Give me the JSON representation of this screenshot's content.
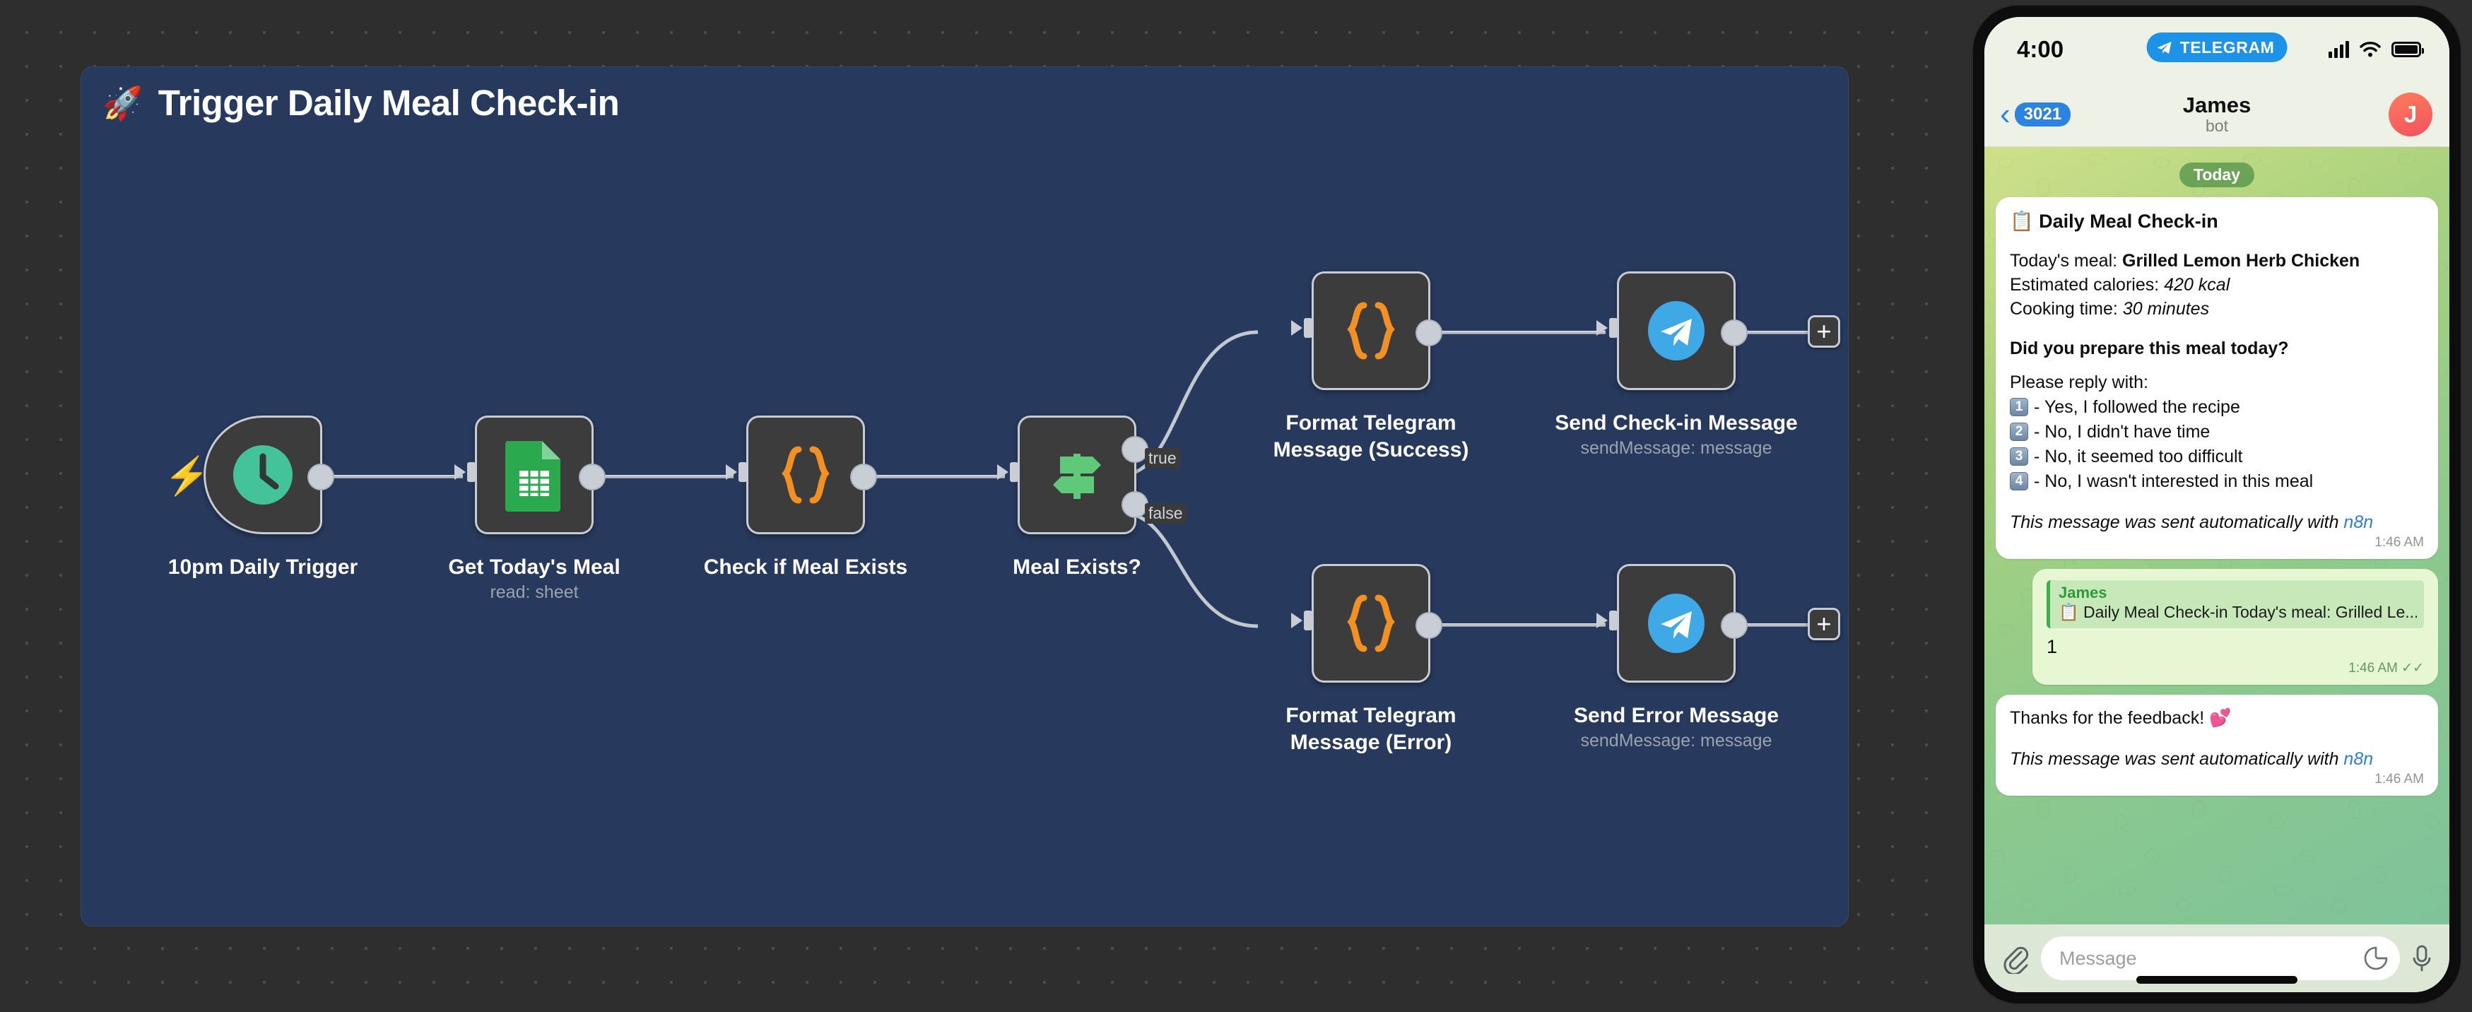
{
  "workflow": {
    "title": "Trigger Daily Meal Check-in",
    "title_emoji": "🚀",
    "nodes": [
      {
        "id": "trigger",
        "label": "10pm Daily Trigger",
        "subtitle": "",
        "icon": "clock-icon"
      },
      {
        "id": "get_meal",
        "label": "Get Today's Meal",
        "subtitle": "read: sheet",
        "icon": "google-sheets-icon"
      },
      {
        "id": "check_exists",
        "label": "Check if Meal Exists",
        "subtitle": "",
        "icon": "code-braces-icon"
      },
      {
        "id": "meal_exists",
        "label": "Meal Exists?",
        "subtitle": "",
        "icon": "signpost-icon"
      },
      {
        "id": "fmt_success",
        "label": "Format Telegram\nMessage (Success)",
        "subtitle": "",
        "icon": "code-braces-icon"
      },
      {
        "id": "send_checkin",
        "label": "Send Check-in Message",
        "subtitle": "sendMessage: message",
        "icon": "telegram-icon"
      },
      {
        "id": "fmt_error",
        "label": "Format Telegram\nMessage (Error)",
        "subtitle": "",
        "icon": "code-braces-icon"
      },
      {
        "id": "send_error",
        "label": "Send Error Message",
        "subtitle": "sendMessage: message",
        "icon": "telegram-icon"
      }
    ],
    "branch_labels": {
      "true": "true",
      "false": "false"
    },
    "add_button_label": "+",
    "colors": {
      "panel": "#27395c",
      "canvas": "#2e2e2e",
      "node_body": "#3c3c3c",
      "node_border": "#c7ccd4",
      "clock_green": "#44c39a",
      "sheets_green": "#2aa94f",
      "braces_orange": "#f29024",
      "switch_green": "#5fc97a",
      "telegram_blue": "#3fa9e8",
      "trigger_bolt": "#ff6d5a"
    }
  },
  "phone": {
    "status": {
      "time": "4:00",
      "app_badge": "TELEGRAM"
    },
    "header": {
      "back_count": "3021",
      "name": "James",
      "subtitle": "bot",
      "avatar_initial": "J"
    },
    "day_separator": "Today",
    "messages": [
      {
        "kind": "incoming",
        "title_emoji": "📋",
        "title": "Daily Meal Check-in",
        "lines": [
          {
            "prefix": "Today's meal: ",
            "bold": "Grilled Lemon Herb Chicken"
          },
          {
            "prefix": "Estimated calories: ",
            "italic": "420 kcal"
          },
          {
            "prefix": "Cooking time: ",
            "italic": "30 minutes"
          }
        ],
        "question": "Did you prepare this meal today?",
        "reply_intro": "Please reply with:",
        "options": [
          {
            "key": "1",
            "text": "- Yes, I followed the recipe"
          },
          {
            "key": "2",
            "text": "- No, I didn't have time"
          },
          {
            "key": "3",
            "text": "- No, it seemed too difficult"
          },
          {
            "key": "4",
            "text": "- No, I wasn't interested in this meal"
          }
        ],
        "auto_note": "This message was sent automatically with",
        "auto_link": "n8n",
        "time": "1:46 AM"
      },
      {
        "kind": "outgoing",
        "quote_name": "James",
        "quote_emoji": "📋",
        "quote_text": "Daily Meal Check-in Today's meal: Grilled Le...",
        "body": "1",
        "time": "1:46 AM",
        "receipt": "✓✓"
      },
      {
        "kind": "incoming",
        "body": "Thanks for the feedback!",
        "body_emoji": "💕",
        "auto_note": "This message was sent automatically with",
        "auto_link": "n8n",
        "time": "1:46 AM"
      }
    ],
    "composer": {
      "placeholder": "Message",
      "attach_icon": "paperclip-icon",
      "sticker_icon": "sticker-icon",
      "mic_icon": "microphone-icon"
    }
  }
}
